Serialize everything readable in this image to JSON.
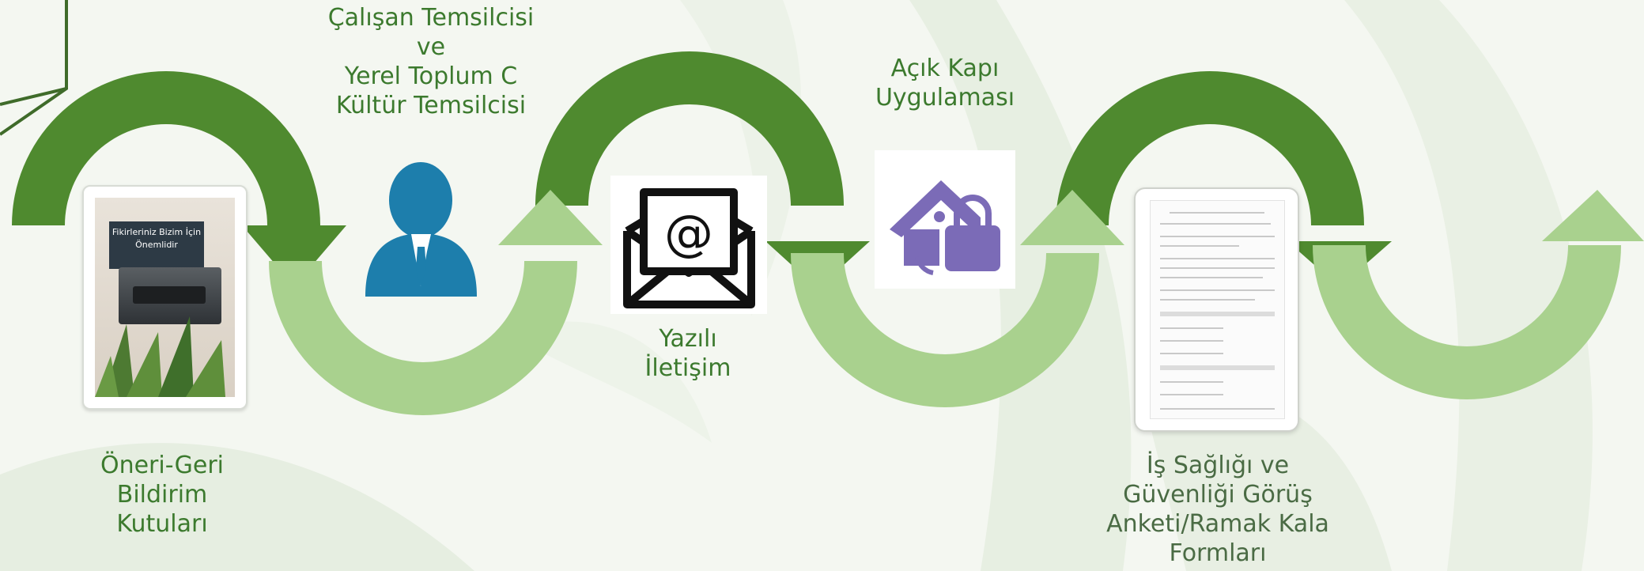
{
  "diagram": {
    "steps": [
      {
        "id": "feedback-boxes",
        "label_lines": [
          "Öneri-Geri",
          "Bildirim",
          "Kutuları"
        ],
        "photo_sign_text": "Fikirleriniz Bizim İçin Önemlidir"
      },
      {
        "id": "representatives",
        "label_lines": [
          "Çalışan Temsilcisi",
          "ve",
          "Yerel Toplum C",
          "Kültür Temsilcisi"
        ]
      },
      {
        "id": "written-communication",
        "label_lines": [
          "Yazılı",
          "İletişim"
        ]
      },
      {
        "id": "open-door",
        "label_lines": [
          "Açık Kapı",
          "Uygulaması"
        ]
      },
      {
        "id": "ohs-survey",
        "label_lines": [
          "İş Sağlığı ve",
          "Güvenliği Görüş",
          "Anketi/Ramak Kala",
          "Formları"
        ]
      }
    ],
    "colors": {
      "dark_arrow": "#4f8a2f",
      "light_arrow": "#a9d18e",
      "person_icon": "#1d7eac",
      "door_icon": "#7b6bb7",
      "label_text": "#3c7a2e",
      "box_border": "#3f6b2a"
    },
    "icons": [
      "person-icon",
      "envelope-at-icon",
      "open-door-house-icon",
      "form-document-icon"
    ]
  }
}
